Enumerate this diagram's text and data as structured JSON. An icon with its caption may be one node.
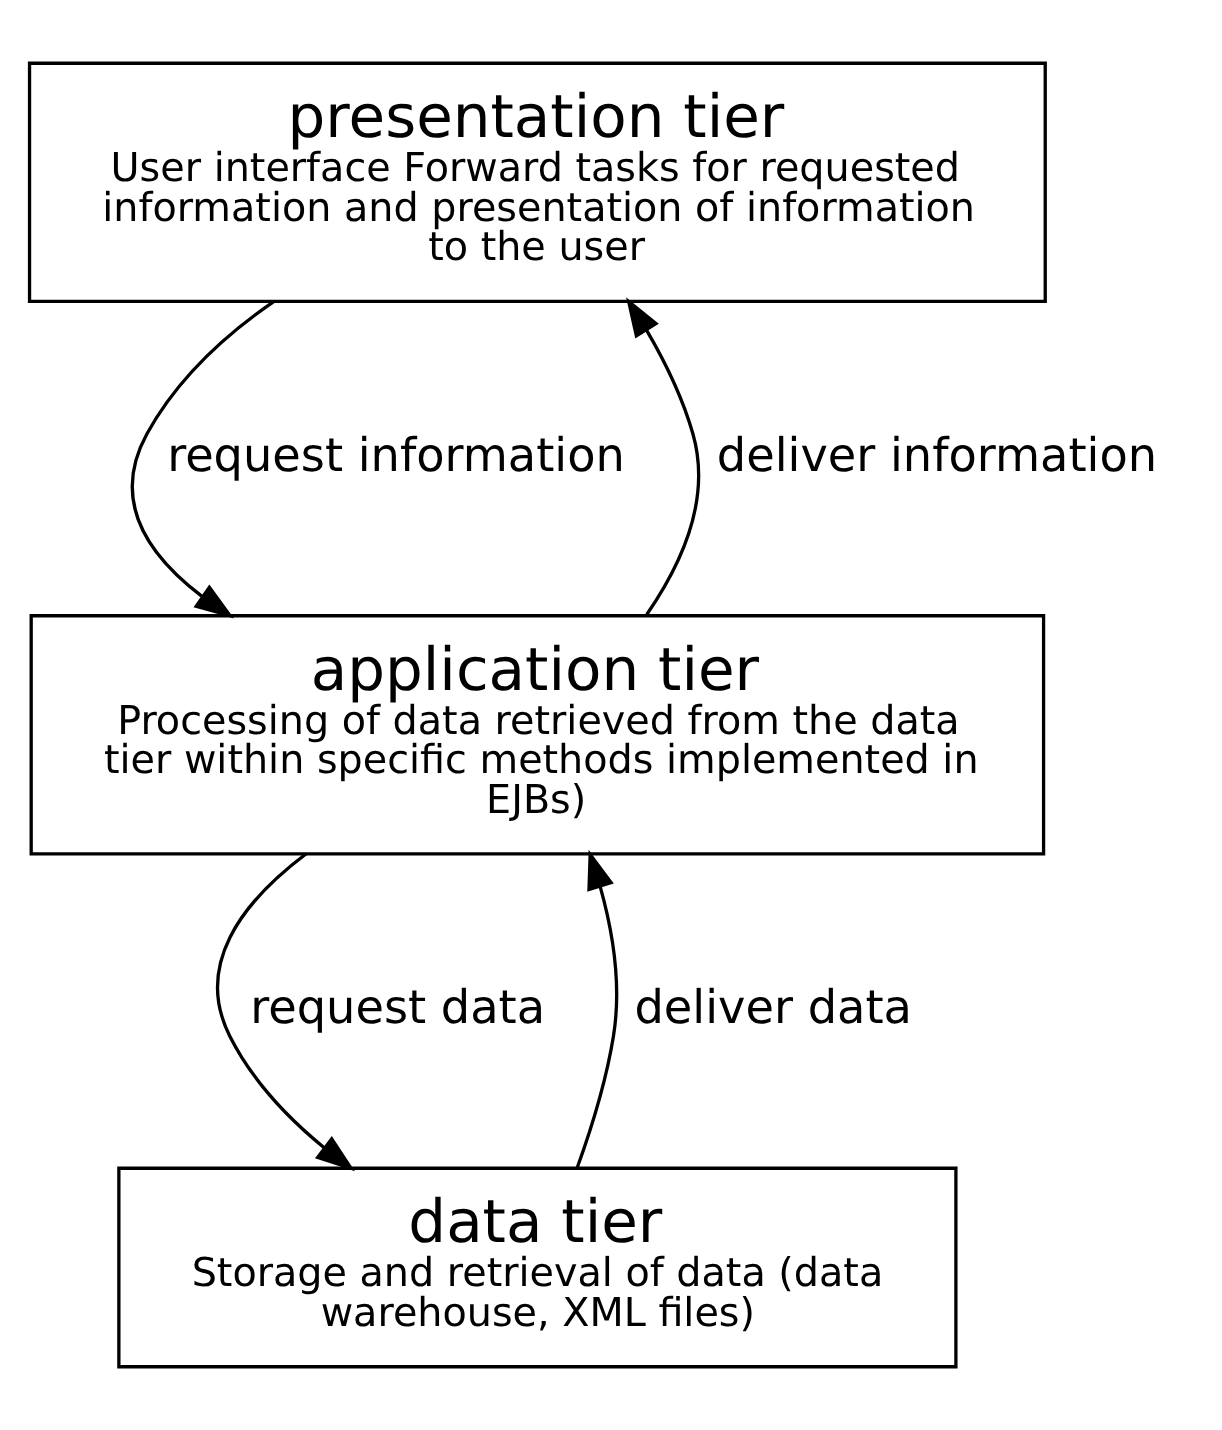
{
  "diagram": {
    "nodes": [
      {
        "text": [
          "presentation tier",
          "User interface Forward tasks for requested information and presentation of information to the user"
        ]
      },
      {
        "text": [
          "application tier",
          "Processing of data retrieved from the data tier within specific methods implemented in EJBs)"
        ]
      },
      {
        "text": [
          "data tier",
          "Storage and retrieval of data (data warehouse, XML files)"
        ]
      }
    ],
    "edges": [
      {
        "from": 0,
        "to": 1,
        "arrow": "to",
        "label": "request information"
      },
      {
        "from": 1,
        "to": 0,
        "arrow": "to",
        "label": "deliver information"
      },
      {
        "from": 1,
        "to": 2,
        "arrow": "to",
        "label": "request data"
      },
      {
        "from": 2,
        "to": 1,
        "arrow": "to",
        "label": "deliver data"
      }
    ]
  }
}
